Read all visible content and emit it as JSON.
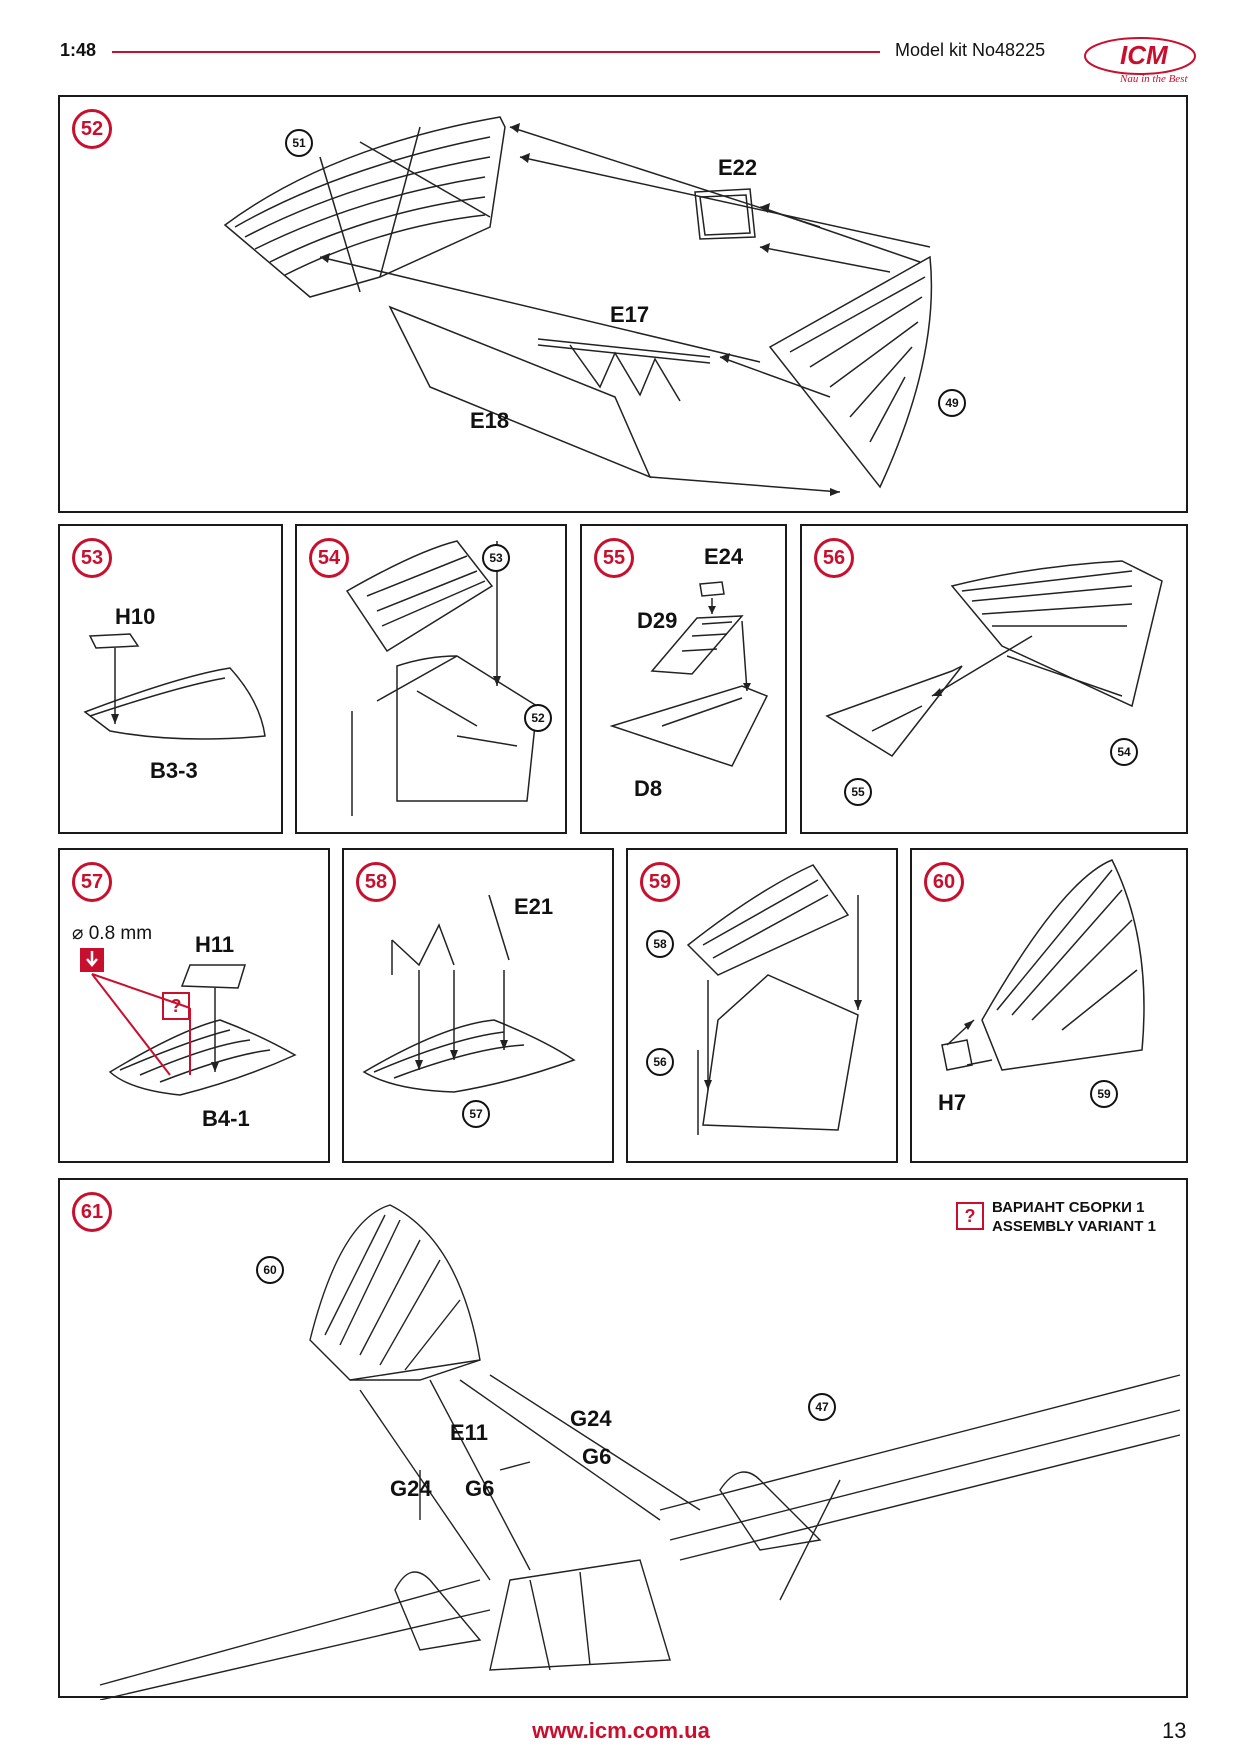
{
  "header": {
    "scale": "1:48",
    "kit": "Model kit No48225",
    "logo_text": "ICM",
    "logo_tagline": "Nau in the Best"
  },
  "steps": {
    "s52": {
      "num": "52",
      "labels": {
        "e22": "E22",
        "e17": "E17",
        "e18": "E18"
      },
      "refs": {
        "r51": "51",
        "r49": "49"
      }
    },
    "s53": {
      "num": "53",
      "labels": {
        "h10": "H10",
        "b33": "B3-3"
      }
    },
    "s54": {
      "num": "54",
      "refs": {
        "r53": "53",
        "r52": "52"
      }
    },
    "s55": {
      "num": "55",
      "labels": {
        "e24": "E24",
        "d29": "D29",
        "d8": "D8"
      }
    },
    "s56": {
      "num": "56",
      "refs": {
        "r54": "54",
        "r55": "55"
      }
    },
    "s57": {
      "num": "57",
      "labels": {
        "h11": "H11",
        "b41": "B4-1"
      },
      "drill": "⌀ 0.8 mm",
      "variant_mark": "?"
    },
    "s58": {
      "num": "58",
      "labels": {
        "e21": "E21"
      },
      "refs": {
        "r57": "57"
      }
    },
    "s59": {
      "num": "59",
      "refs": {
        "r58": "58",
        "r56": "56"
      }
    },
    "s60": {
      "num": "60",
      "labels": {
        "h7": "H7"
      },
      "refs": {
        "r59": "59"
      }
    },
    "s61": {
      "num": "61",
      "labels": {
        "g24a": "G24",
        "g6a": "G6",
        "e11": "E11",
        "g24b": "G24",
        "g6b": "G6"
      },
      "refs": {
        "r60": "60",
        "r47": "47"
      },
      "variant": {
        "mark": "?",
        "line1": "ВАРИАНТ СБОРКИ 1",
        "line2": "ASSEMBLY VARIANT 1"
      }
    }
  },
  "footer": {
    "url": "www.icm.com.ua",
    "page": "13"
  },
  "colors": {
    "accent": "#c8102e",
    "ink": "#1a1a1a"
  }
}
